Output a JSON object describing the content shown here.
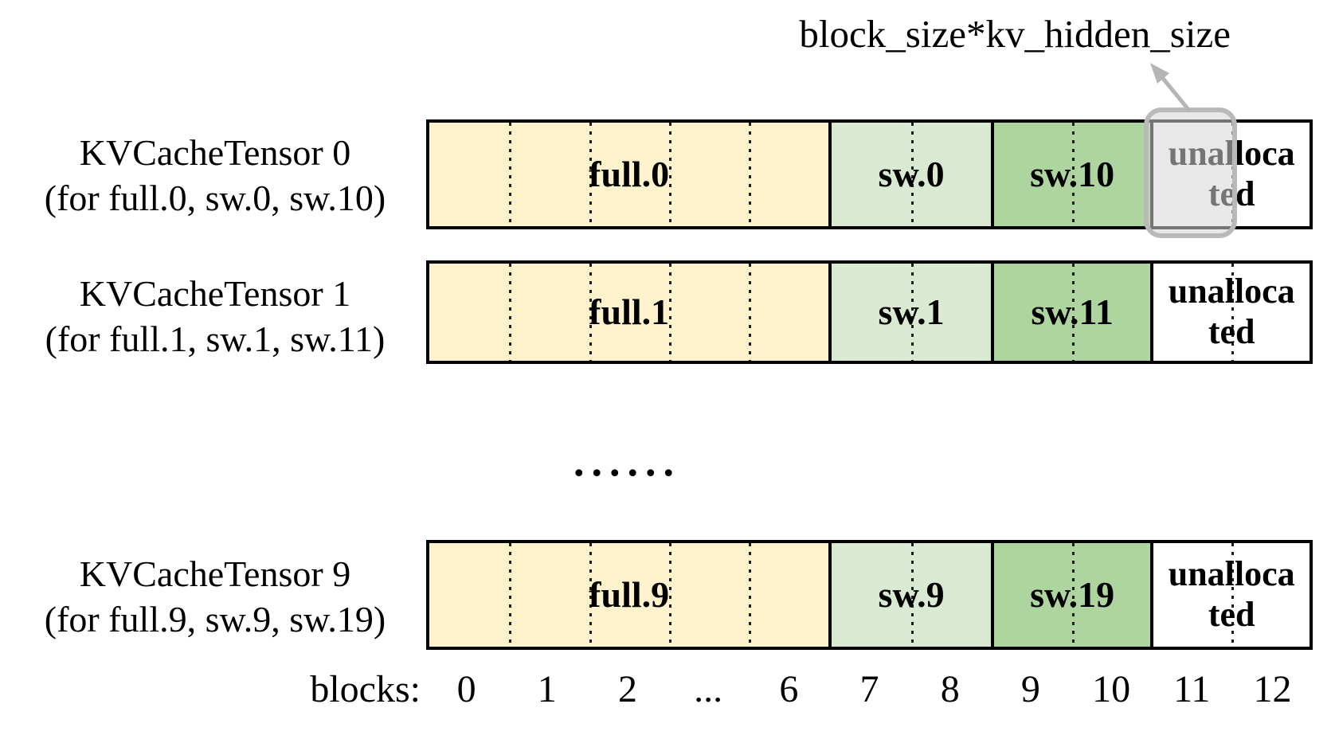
{
  "annotation": {
    "label": "block_size*kv_hidden_size"
  },
  "rows": [
    {
      "title": "KVCacheTensor 0",
      "subtitle": "(for full.0, sw.0, sw.10)",
      "full": "full.0",
      "sw": "sw.0",
      "sw2": "sw.10",
      "unallocated": "unalloca\nted"
    },
    {
      "title": "KVCacheTensor 1",
      "subtitle": "(for full.1, sw.1, sw.11)",
      "full": "full.1",
      "sw": "sw.1",
      "sw2": "sw.11",
      "unallocated": "unalloca\nted"
    },
    {
      "title": "KVCacheTensor 9",
      "subtitle": "(for full.9, sw.9, sw.19)",
      "full": "full.9",
      "sw": "sw.9",
      "sw2": "sw.19",
      "unallocated": "unalloca\nted"
    }
  ],
  "ellipsis": "......",
  "axis": {
    "prefix": "blocks:",
    "labels": [
      "0",
      "1",
      "2",
      "...",
      "6",
      "7",
      "8",
      "9",
      "10",
      "11",
      "12"
    ]
  },
  "colors": {
    "full": "#fef2cc",
    "sw": "#d9e9d2",
    "sw2": "#aed59f",
    "unallocated": "#ffffff",
    "highlight": "#b9b9b9",
    "arrow": "#b5b5b5"
  }
}
